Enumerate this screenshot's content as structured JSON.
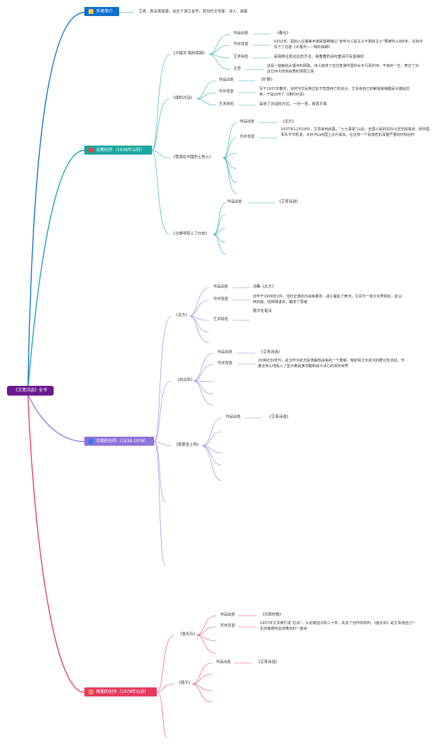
{
  "root": "《艾青诗选》全书",
  "colors": {
    "author": "#0f6fcc",
    "early": "#19a7a0",
    "middle": "#8f73d8",
    "late": "#e43b60",
    "root": "#6b1a8e"
  },
  "branches": {
    "author": {
      "label": "作者简介",
      "icon": "portrait-icon",
      "text": "艾青，真名蒋海澄，出生于浙江金华，现当代文学家、诗人、画家"
    },
    "early": {
      "label": "初期创作（1938年以前）",
      "icon": "square-icon",
      "poems": [
        {
          "title": "《大堰河-我的保姆》",
          "attrs": [
            {
              "label": "作品出处",
              "value": "《春光》"
            },
            {
              "label": "写作背景",
              "value": "1932年，因加入左翼美术家联盟被捕以“宣传与三民主义不相容主义”罪被判入狱6年。在狱中写下了这首《大堰河——我的保姆》"
            },
            {
              "label": "艺术特色",
              "value": "采用排比和对比的手法，用叠叠的诗句重诗节反复咏叹"
            },
            {
              "label": "主旨",
              "value": "这是一首献给大堰河的颂歌。诗人叙述了这位普通中国妇女平凡而坎坷、不幸的一生，表达了对这位伟大母亲由衷的感恩之情"
            }
          ]
        },
        {
          "title": "《煤的对话》",
          "attrs": [
            {
              "label": "作品出处",
              "value": "《旷野》"
            },
            {
              "label": "写作背景",
              "value": "写于1937年春天，当时中华民族正处于危急存亡的关头。艾青用自己的敏锐来唤醒民众奋起抗争，于是创作了《煤的对话》"
            },
            {
              "label": "艺术特色",
              "value": "采用了对话的方式，一问一答，极其平易"
            }
          ]
        },
        {
          "title": "《雪落在中国的土地上》",
          "attrs": [
            {
              "label": "作品出处",
              "value": "《北方》"
            },
            {
              "label": "写作背景",
              "value": "1937年12月28日，艾青来到武昌，“七七事变”以后，全国人民的抗日斗志空前高涨；而中国军队节节败退，大好河山的国土大片丢失，在这样一个民族危机深重严重的时刻创作"
            }
          ]
        },
        {
          "title": "《当黎明穿上了白衣》",
          "attrs": [
            {
              "label": "作品出处",
              "value": "《艾青诗选》"
            }
          ]
        }
      ]
    },
    "middle": {
      "label": "中期的创作（1938-1978）",
      "icon": "square-icon",
      "poems": [
        {
          "title": "《北方》",
          "attrs": [
            {
              "label": "作品出处",
              "value": "诗集《北方》"
            },
            {
              "label": "写作背景",
              "value": "创作于1938年2月，当时正值抗日战争爆发，战火蔓延了黄河，艾青与一批文化界朋友，赴山西抗敌，经陕西潼关，触发了思绪"
            },
            {
              "label": "艺术特色",
              "value": "散文化笔法"
            }
          ]
        },
        {
          "title": "《向太阳》",
          "attrs": [
            {
              "label": "作品出处",
              "value": "《艾青诗选》"
            },
            {
              "label": "写作背景",
              "value": "20世纪30年代，武汉作为抗日民族解放战争的一个重镇，掀起保卫大武汉的群众性活动。作者全身心地投入了显示着民族觉醒和战斗决心的现实世界"
            }
          ]
        },
        {
          "title": "《我爱这土地》",
          "attrs": [
            {
              "label": "作品出处",
              "value": "《艾青诗选》"
            }
          ]
        }
      ]
    },
    "late": {
      "label": "晚期的创作（1978年以后）",
      "icon": "fish-icon",
      "poems": [
        {
          "title": "《鱼化石》",
          "attrs": [
            {
              "label": "作品出处",
              "value": "《归来的歌》"
            },
            {
              "label": "写作背景",
              "value": "1957年艾青被打成“右派”，从此被迫沉默二十年，失去了创作的权利。《鱼化石》是艾青用自己一生的痛感体验浇铸出的一首诗"
            }
          ]
        },
        {
          "title": "《镜子》",
          "attrs": [
            {
              "label": "作品出处",
              "value": "《艾青诗选》"
            }
          ]
        }
      ]
    }
  }
}
